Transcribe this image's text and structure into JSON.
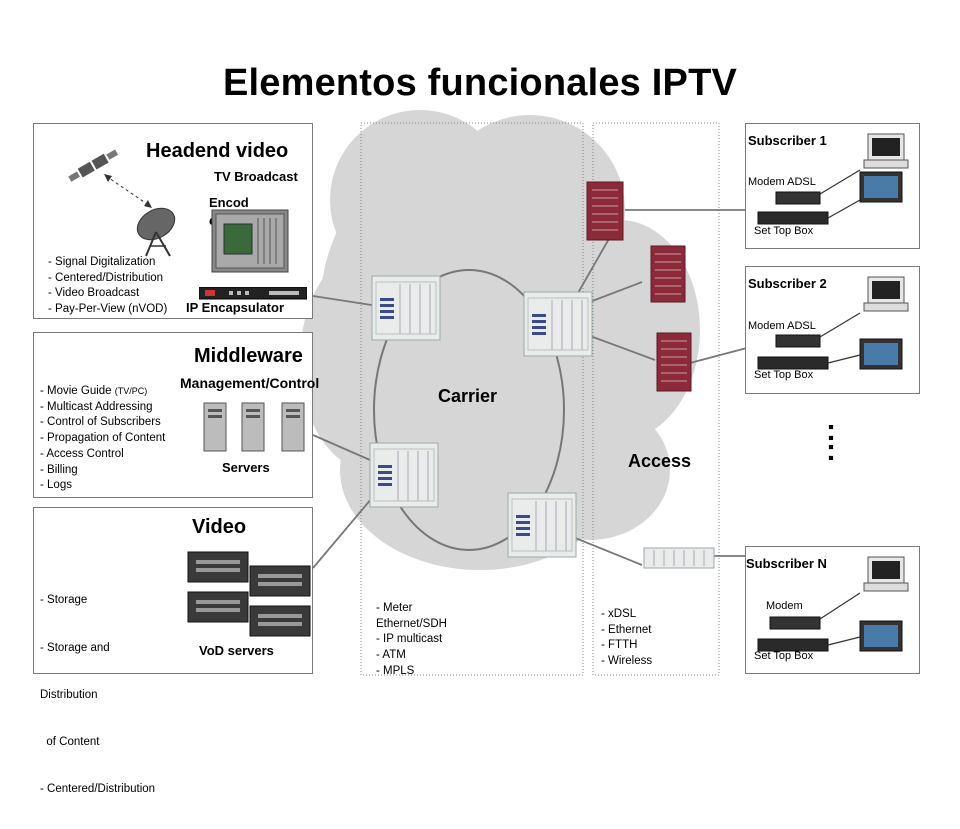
{
  "title": "Elementos funcionales IPTV",
  "headend": {
    "heading": "Headend video",
    "subheading": "TV Broadcast",
    "encoder_label": "Encod\ner",
    "encapsulator_label": "IP Encapsulator",
    "items": [
      "- Signal Digitalization",
      "- Centered/Distribution",
      "- Video Broadcast",
      "- Pay-Per-View (nVOD)"
    ]
  },
  "middleware": {
    "heading": "Middleware",
    "subheading": "Management/Control",
    "servers_label": "Servers",
    "items": [
      "- Movie Guide",
      "- Multicast Addressing",
      "- Control of Subscribers",
      "- Propagation of Content",
      "- Access Control",
      "- Billing",
      "- Logs"
    ],
    "movie_guide_note": "(TV/PC)"
  },
  "video": {
    "heading": "Video",
    "servers_label": "VoD servers",
    "items": [
      "- Storage",
      "- Storage and",
      "Distribution",
      "  of Content",
      "- Centered/Distribution"
    ]
  },
  "carrier": {
    "label": "Carrier",
    "items": [
      "- Meter",
      "Ethernet/SDH",
      "- IP multicast",
      "- ATM",
      "- MPLS"
    ]
  },
  "access": {
    "label": "Access",
    "items": [
      "- xDSL",
      "- Ethernet",
      "- FTTH",
      "- Wireless"
    ]
  },
  "subscribers": [
    {
      "title": "Subscriber 1",
      "modem": "Modem ADSL",
      "stb": "Set Top Box"
    },
    {
      "title": "Subscriber 2",
      "modem": "Modem ADSL",
      "stb": "Set Top Box"
    },
    {
      "title": "Subscriber N",
      "modem": "Modem",
      "stb": "Set Top Box"
    }
  ],
  "ellipsis": ":",
  "colors": {
    "cloud": "#d6d6d6",
    "rack": "#e9ecea",
    "router": "#8c2a3a",
    "line": "#777777"
  }
}
